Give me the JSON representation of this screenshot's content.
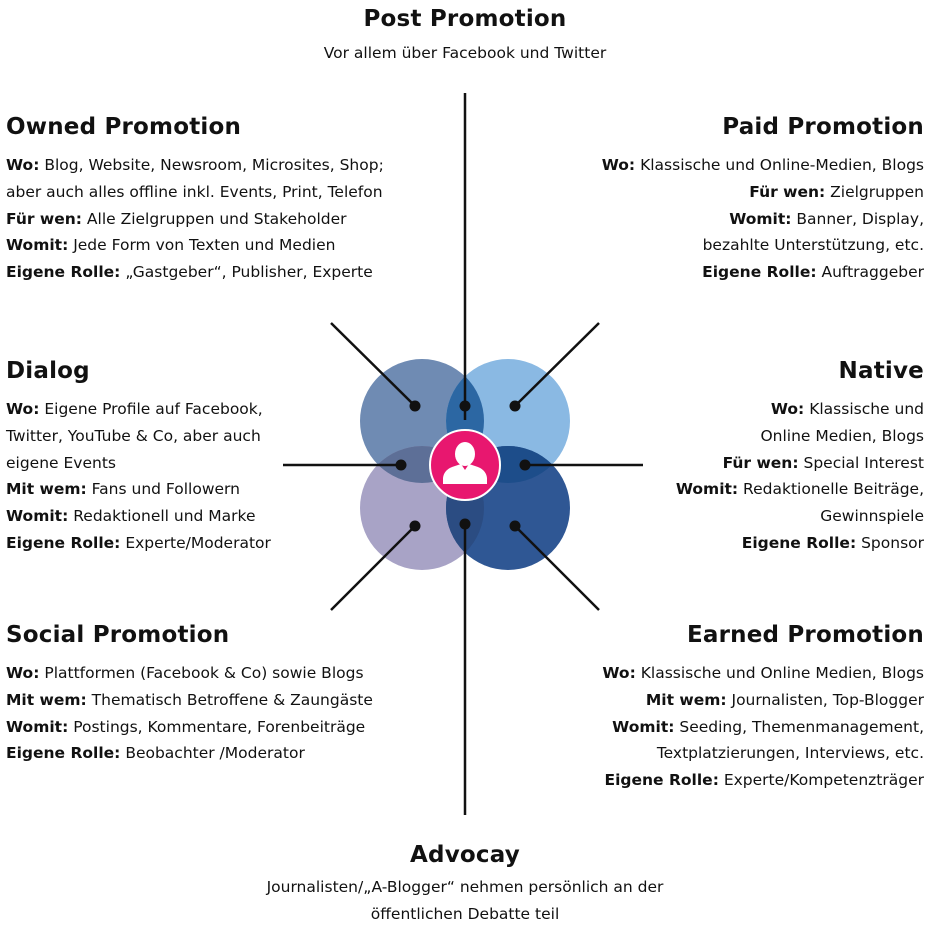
{
  "colors": {
    "circle_top_left": "#6f8bb3",
    "circle_top_right": "#8ab9e3",
    "circle_bottom_left": "#a8a3c6",
    "circle_bottom_right": "#2f5794",
    "overlap_top": "#2c67a3",
    "overlap_left": "#5d6f97",
    "overlap_right": "#1d4d8a",
    "overlap_bottom": "#2b4c82",
    "center_accent": "#e8176f",
    "line": "#111111"
  },
  "center_icon": "person-icon",
  "top": {
    "title": "Post Promotion",
    "subtitle": "Vor allem über Facebook und Twitter"
  },
  "bottom": {
    "title": "Advocay",
    "subtitle_1": "Journalisten/„A-Blogger“ nehmen persönlich an der",
    "subtitle_2": "öffentlichen Debatte teil"
  },
  "owned": {
    "title": "Owned Promotion",
    "wo_label": "Wo:",
    "wo_1": "Blog, Website, Newsroom, Microsites, Shop;",
    "wo_2": "aber auch alles offline inkl. Events, Print, Telefon",
    "fuer_label": "Für wen:",
    "fuer": "Alle Zielgruppen und Stakeholder",
    "womit_label": "Womit:",
    "womit": "Jede Form von Texten und Medien",
    "rolle_label": "Eigene Rolle:",
    "rolle": "„Gastgeber“, Publisher, Experte"
  },
  "paid": {
    "title": "Paid Promotion",
    "wo_label": "Wo:",
    "wo": "Klassische und Online-Medien, Blogs",
    "fuer_label": "Für wen:",
    "fuer": "Zielgruppen",
    "womit_label": "Womit:",
    "womit_1": "Banner, Display,",
    "womit_2": "bezahlte Unterstützung, etc.",
    "rolle_label": "Eigene Rolle:",
    "rolle": "Auftraggeber"
  },
  "dialog": {
    "title": "Dialog",
    "wo_label": "Wo:",
    "wo_1": "Eigene Profile auf Facebook,",
    "wo_2": "Twitter, YouTube & Co, aber auch",
    "wo_3": "eigene Events",
    "mit_label": "Mit wem:",
    "mit": "Fans und Followern",
    "womit_label": "Womit:",
    "womit": "Redaktionell und Marke",
    "rolle_label": "Eigene Rolle:",
    "rolle": "Experte/Moderator"
  },
  "native": {
    "title": "Native",
    "wo_label": "Wo:",
    "wo_1": "Klassische und",
    "wo_2": "Online Medien, Blogs",
    "fuer_label": "Für wen:",
    "fuer": "Special Interest",
    "womit_label": "Womit:",
    "womit_1": "Redaktionelle Beiträge,",
    "womit_2": "Gewinnspiele",
    "rolle_label": "Eigene Rolle:",
    "rolle": "Sponsor"
  },
  "social": {
    "title": "Social Promotion",
    "wo_label": "Wo:",
    "wo": "Plattformen (Facebook & Co) sowie Blogs",
    "mit_label": "Mit wem:",
    "mit": "Thematisch Betroffene & Zaungäste",
    "womit_label": "Womit:",
    "womit": "Postings, Kommentare, Forenbeiträge",
    "rolle_label": "Eigene Rolle:",
    "rolle": "Beobachter /Moderator"
  },
  "earned": {
    "title": "Earned Promotion",
    "wo_label": "Wo:",
    "wo": "Klassische und Online Medien, Blogs",
    "mit_label": "Mit wem:",
    "mit": "Journalisten, Top-Blogger",
    "womit_label": "Womit:",
    "womit_1": "Seeding, Themenmanagement,",
    "womit_2": "Textplatzierungen, Interviews, etc.",
    "rolle_label": "Eigene Rolle:",
    "rolle": "Experte/Kompetenzträger"
  }
}
